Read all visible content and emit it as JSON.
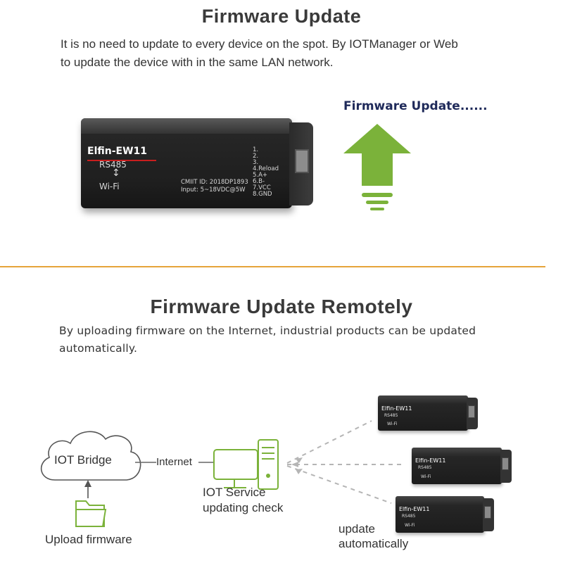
{
  "section1": {
    "title": "Firmware Update",
    "desc_line1": "It is no need to update to every device on the spot. By IOTManager or Web",
    "desc_line2": "to update the device with in the same LAN network.",
    "arrow_caption": "Firmware Update......"
  },
  "device": {
    "model": "Elfin-EW11",
    "iface_top": "RS485",
    "iface_bottom": "Wi-Fi",
    "arrow_symbol": "↕",
    "cmiit": "CMIIT ID:  2018DP1893",
    "input": "Input:  5~18VDC@5W",
    "pins": [
      "1.",
      "2.",
      "3.",
      "4.Reload",
      "5.A+",
      "6.B-",
      "7.VCC",
      "8.GND"
    ]
  },
  "section2": {
    "title": "Firmware Update Remotely",
    "desc_line1": "By uploading firmware on the Internet, industrial products can be updated",
    "desc_line2": "automatically.",
    "cloud_label": "IOT Bridge",
    "internet_label": "Internet",
    "upload_label": "Upload firmware",
    "service_line1": "IOT Service",
    "service_line2": "updating check",
    "auto_line1": "update",
    "auto_line2": "automatically",
    "small_device_model": "Elfin-EW11",
    "small_device_iface": "RS485",
    "small_device_wifi": "Wi-Fi"
  },
  "colors": {
    "accent_green": "#7bb23a",
    "divider": "#e6a43a",
    "caption_navy": "#1f2a5a"
  }
}
